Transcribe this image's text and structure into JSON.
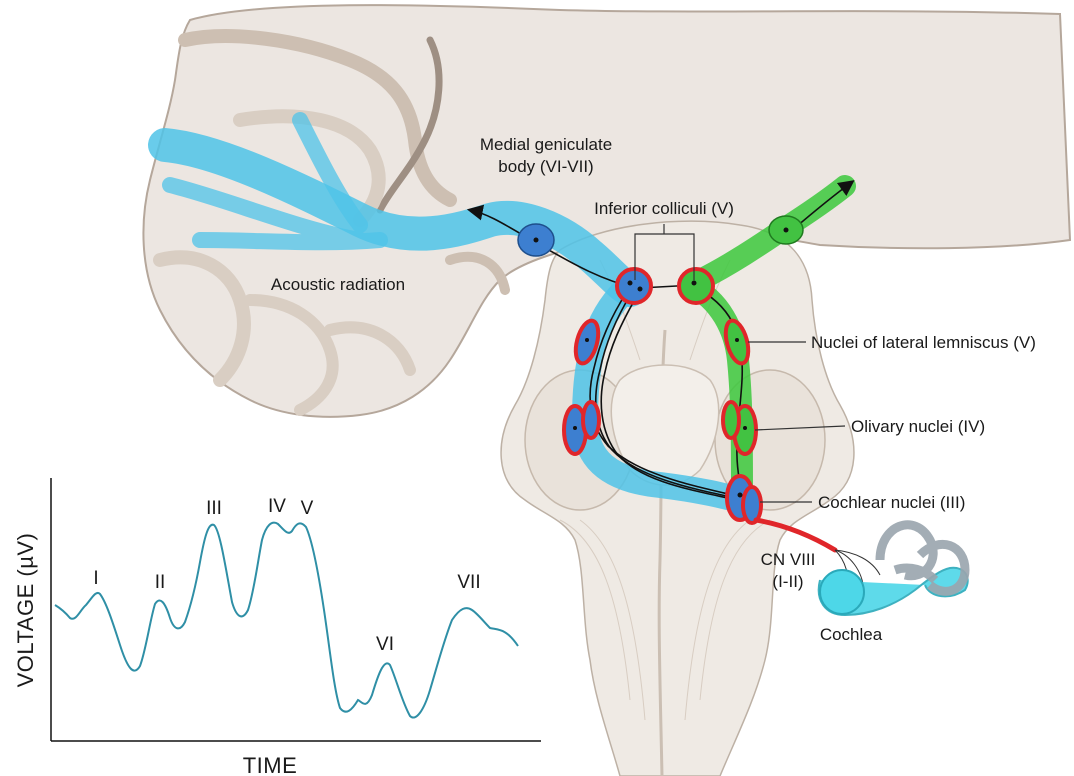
{
  "labels": {
    "medial_geniculate_line1": "Medial geniculate",
    "medial_geniculate_line2": "body (VI-VII)",
    "inferior_colliculi": "Inferior colliculi (V)",
    "acoustic_radiation": "Acoustic radiation",
    "lateral_lemniscus": "Nuclei of lateral lemniscus (V)",
    "olivary_nuclei": "Olivary nuclei (IV)",
    "cochlear_nuclei": "Cochlear nuclei (III)",
    "cn_viii_line1": "CN VIII",
    "cn_viii_line2": "(I-II)",
    "cochlea": "Cochlea"
  },
  "colors": {
    "brain_fill": "#ece6e1",
    "brain_fold": "#d9cec3",
    "brain_edge": "#9e8f83",
    "blue_tract": "#4fc3e8",
    "green_tract": "#3cc83c",
    "nucleus_ring": "#e0262a",
    "nucleus_blue": "#3d7fd0",
    "nucleus_green": "#42c242",
    "waveform": "#2f8fa6",
    "nerve": "#e0262a"
  },
  "chart_data": {
    "type": "line",
    "xlabel": "TIME",
    "ylabel": "VOLTAGE (µV)",
    "grid": false,
    "peaks": [
      {
        "label": "I"
      },
      {
        "label": "II"
      },
      {
        "label": "III"
      },
      {
        "label": "IV"
      },
      {
        "label": "V"
      },
      {
        "label": "VI"
      },
      {
        "label": "VII"
      }
    ]
  }
}
